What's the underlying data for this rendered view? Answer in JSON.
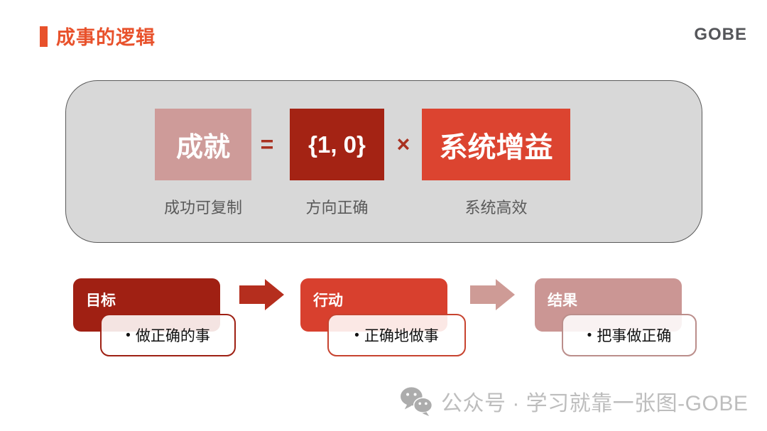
{
  "header": {
    "title": "成事的逻辑",
    "brand": "GOBE"
  },
  "formula": {
    "result": {
      "label": "成就",
      "caption": "成功可复制"
    },
    "equals": "=",
    "direction": {
      "label": "{1, 0}",
      "caption": "方向正确"
    },
    "times": "×",
    "system": {
      "label": "系统增益",
      "caption": "系统高效"
    }
  },
  "flow": {
    "bullet": "•",
    "steps": [
      {
        "title": "目标",
        "detail": "做正确的事"
      },
      {
        "title": "行动",
        "detail": "正确地做事"
      },
      {
        "title": "结果",
        "detail": "把事做正确"
      }
    ]
  },
  "watermark": {
    "icon": "wechat-icon",
    "text": "公众号 · 学习就靠一张图-GOBE"
  },
  "colors": {
    "accent_orange": "#E8512B",
    "dark_red": "#A02013",
    "deep_red_box": "#A42314",
    "bright_red": "#DC4430",
    "dusty_pink": "#CE9B99",
    "panel_gray": "#D8D8D8",
    "caption_gray": "#5A5A5A",
    "brand_gray": "#55565A",
    "watermark_gray": "#BDBDBD"
  }
}
